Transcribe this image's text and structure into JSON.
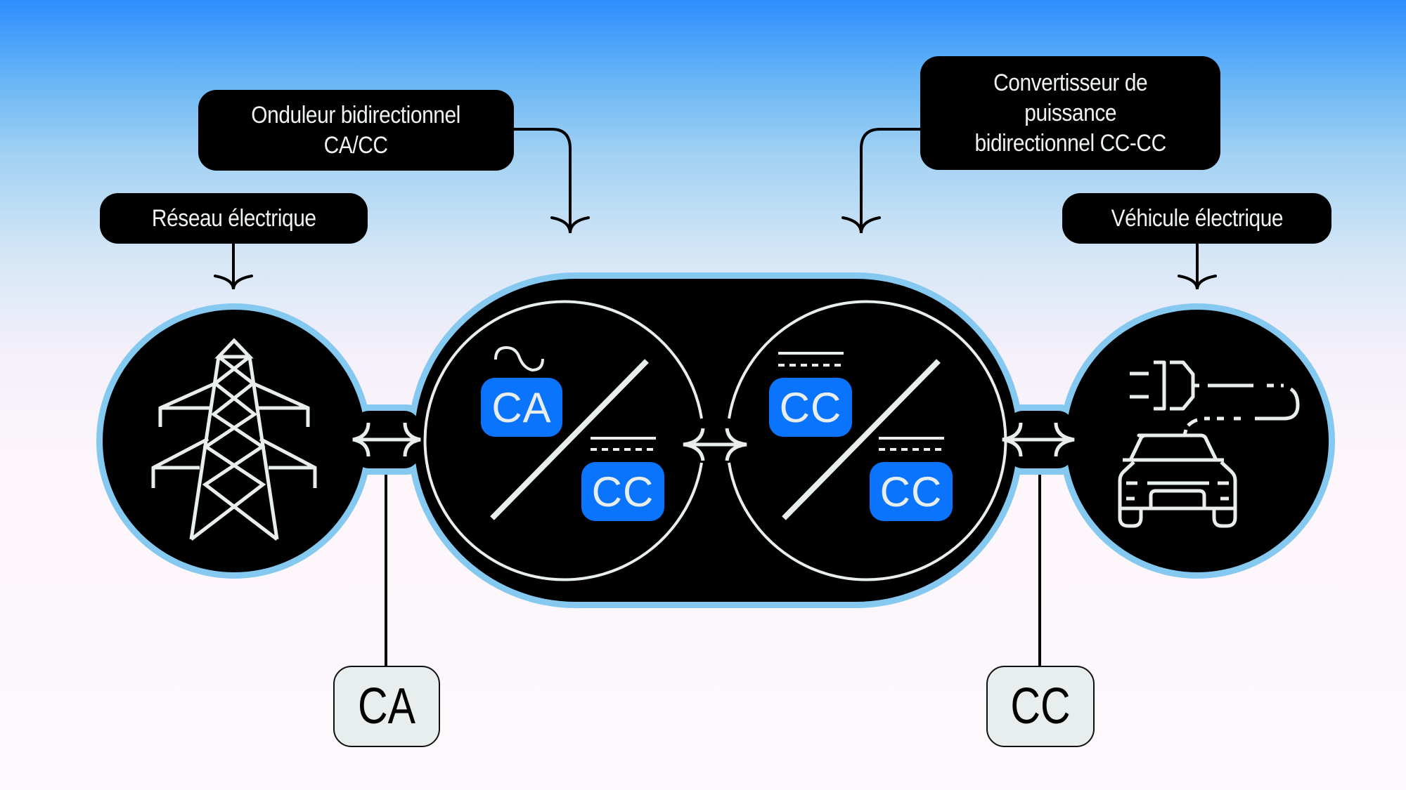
{
  "labels": {
    "grid": "Réseau électrique",
    "inverter": "Onduleur bidirectionnel\nCA/CC",
    "converter": "Convertisseur de\npuissance\nbidirectionnel CC-CC",
    "vehicle": "Véhicule électrique"
  },
  "inverter_stage": {
    "input_badge": "CA",
    "input_symbol": "ac-sine-icon",
    "output_badge": "CC",
    "output_symbol": "dc-lines-icon"
  },
  "converter_stage": {
    "input_badge": "CC",
    "input_symbol": "dc-lines-icon",
    "output_badge": "CC",
    "output_symbol": "dc-lines-icon"
  },
  "bottom_tags": {
    "left": "CA",
    "right": "CC"
  },
  "nodes": {
    "grid_icon": "power-pylon-icon",
    "vehicle_icon": "ev-plug-car-icon",
    "connector_icon": "bidirectional-arrow-icon"
  },
  "colors": {
    "node_fill": "#000000",
    "node_outline": "#85c8f0",
    "badge_blue": "#0a74fc",
    "line_white": "#e8eeee",
    "tag_fill": "#e7eeed"
  }
}
